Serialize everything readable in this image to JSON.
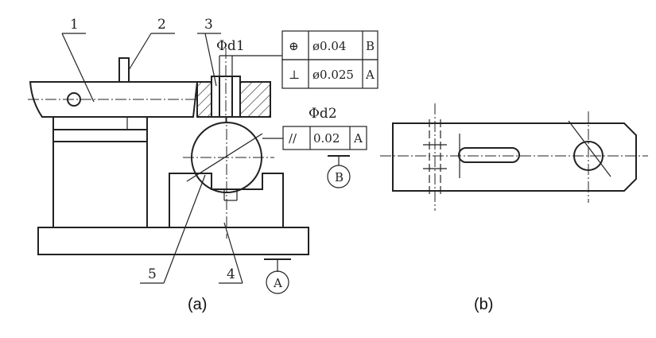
{
  "figure_a": {
    "caption": "(a)",
    "part_numbers": [
      "1",
      "2",
      "3",
      "4",
      "5"
    ],
    "dim_d1": "Φd1",
    "dim_d2": "Φd2",
    "fcf_position": {
      "symbol": "⊕",
      "tolerance": "ø0.04",
      "datum": "B"
    },
    "fcf_perpendicular": {
      "symbol": "⊥",
      "tolerance": "ø0.025",
      "datum": "A"
    },
    "fcf_parallel": {
      "symbol": "//",
      "tolerance": "0.02",
      "datum": "A"
    },
    "datum_a": "A",
    "datum_b": "B"
  },
  "figure_b": {
    "caption": "(b)"
  }
}
